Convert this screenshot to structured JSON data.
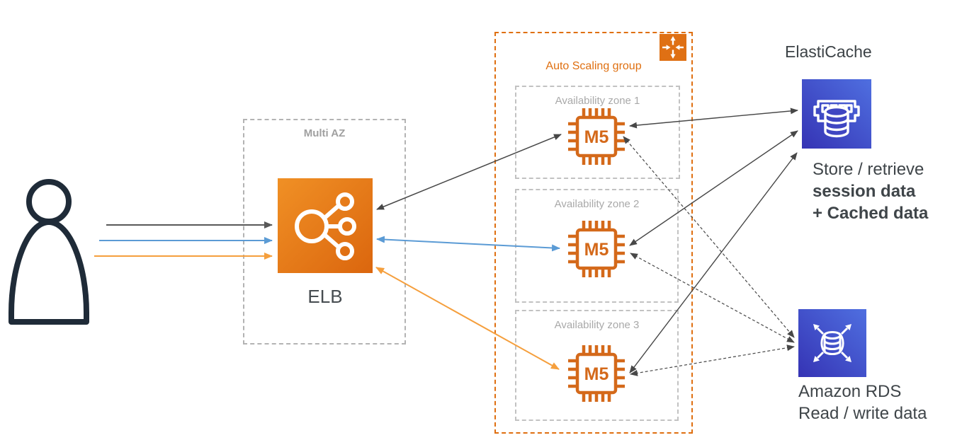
{
  "elb_group": {
    "box_label": "Multi AZ",
    "icon_label": "ELB"
  },
  "auto_scaling": {
    "group_label": "Auto Scaling group",
    "zones": [
      {
        "label": "Availability zone 1",
        "instance_label": "M5"
      },
      {
        "label": "Availability zone 2",
        "instance_label": "M5"
      },
      {
        "label": "Availability zone 3",
        "instance_label": "M5"
      }
    ]
  },
  "elasticache": {
    "title": "ElastiCache",
    "description_lines": [
      "Store / retrieve",
      "session data",
      "+ Cached data"
    ]
  },
  "rds": {
    "title": "Amazon RDS",
    "subtitle": "Read / write data"
  },
  "icons": {
    "user": "person-outline-icon",
    "elb": "load-balancer-icon",
    "instance": "ec2-m5-chip-icon",
    "auto_scaling": "auto-scaling-arrows-icon",
    "elasticache": "memory-cache-database-icon",
    "rds": "rds-database-scaling-icon"
  },
  "colors": {
    "aws_orange": "#d4691a",
    "asg_border_orange": "#df6f10",
    "elb_gradient_start": "#f09025",
    "elb_gradient_end": "#db660e",
    "blue_icon_gradient_start": "#3533b4",
    "blue_icon_gradient_end": "#4f6fe0",
    "arrow_gray": "#595959",
    "arrow_blue": "#5b9bd5",
    "arrow_orange": "#f59f3d",
    "connector_dark": "#474747",
    "box_gray": "#b3b3b3",
    "dark_navy_user": "#1f2b38",
    "text_dark": "#3f4549",
    "label_gray": "#a9a9a9"
  },
  "connections": [
    {
      "from": "user",
      "to": "elb",
      "style": "solid",
      "color": "gray",
      "bidirectional": false
    },
    {
      "from": "user",
      "to": "elb",
      "style": "solid",
      "color": "blue",
      "bidirectional": false
    },
    {
      "from": "user",
      "to": "elb",
      "style": "solid",
      "color": "orange",
      "bidirectional": false
    },
    {
      "from": "elb",
      "to": "m5-az1",
      "style": "solid",
      "color": "dark",
      "bidirectional": true
    },
    {
      "from": "elb",
      "to": "m5-az2",
      "style": "solid",
      "color": "blue",
      "bidirectional": true
    },
    {
      "from": "elb",
      "to": "m5-az3",
      "style": "solid",
      "color": "orange",
      "bidirectional": true
    },
    {
      "from": "m5-az1",
      "to": "elasticache",
      "style": "solid",
      "color": "dark",
      "bidirectional": true
    },
    {
      "from": "m5-az2",
      "to": "elasticache",
      "style": "solid",
      "color": "dark",
      "bidirectional": true
    },
    {
      "from": "m5-az3",
      "to": "elasticache",
      "style": "solid",
      "color": "dark",
      "bidirectional": true
    },
    {
      "from": "m5-az1",
      "to": "rds",
      "style": "dashed",
      "color": "dark",
      "bidirectional": true
    },
    {
      "from": "m5-az2",
      "to": "rds",
      "style": "dashed",
      "color": "dark",
      "bidirectional": true
    },
    {
      "from": "m5-az3",
      "to": "rds",
      "style": "dashed",
      "color": "dark",
      "bidirectional": true
    }
  ]
}
